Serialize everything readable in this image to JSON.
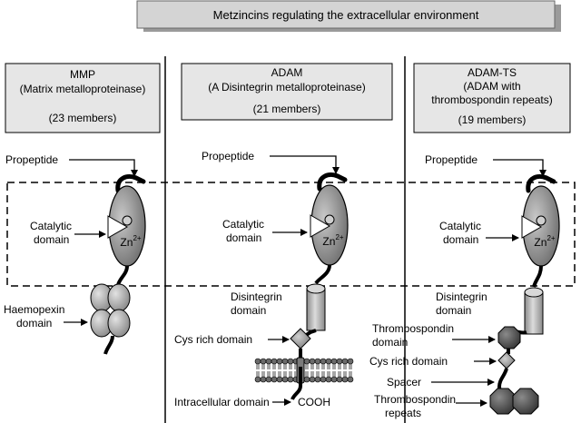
{
  "title": "Metzincins regulating the extracellular environment",
  "panels": [
    {
      "name": "mmp",
      "box_lines": [
        "MMP",
        "(Matrix metalloproteinase)",
        "",
        "(23 members)"
      ],
      "labels": {
        "propeptide": "Propeptide",
        "catalytic_1": "Catalytic",
        "catalytic_2": "domain",
        "haemopexin_1": "Haemopexin",
        "haemopexin_2": "domain"
      }
    },
    {
      "name": "adam",
      "box_lines": [
        "ADAM",
        "(A Disintegrin metalloproteinase)",
        "",
        "(21 members)"
      ],
      "labels": {
        "propeptide": "Propeptide",
        "catalytic_1": "Catalytic",
        "catalytic_2": "domain",
        "disintegrin_1": "Disintegrin",
        "disintegrin_2": "domain",
        "cys_rich": "Cys rich domain",
        "intracellular": "Intracellular domain",
        "cooh": "COOH"
      }
    },
    {
      "name": "adam-ts",
      "box_lines": [
        "ADAM-TS",
        "(ADAM with",
        "thrombospondin repeats)",
        "(19 members)"
      ],
      "labels": {
        "propeptide": "Propeptide",
        "catalytic_1": "Catalytic",
        "catalytic_2": "domain",
        "disintegrin_1": "Disintegrin",
        "disintegrin_2": "domain",
        "thrombo_domain_1": "Thrombospondin",
        "thrombo_domain_2": "domain",
        "cys_rich": "Cys rich domain",
        "spacer": "Spacer",
        "thrombo_repeats_1": "Thrombospondin",
        "thrombo_repeats_2": "repeats"
      }
    }
  ],
  "zinc": {
    "symbol": "Zn",
    "charge": "2+"
  },
  "colors": {
    "domain_fill": "#8c8c8c",
    "box_fill": "#e6e6e6",
    "title_fill": "#d4d4d4",
    "dark_domain": "#555555"
  }
}
